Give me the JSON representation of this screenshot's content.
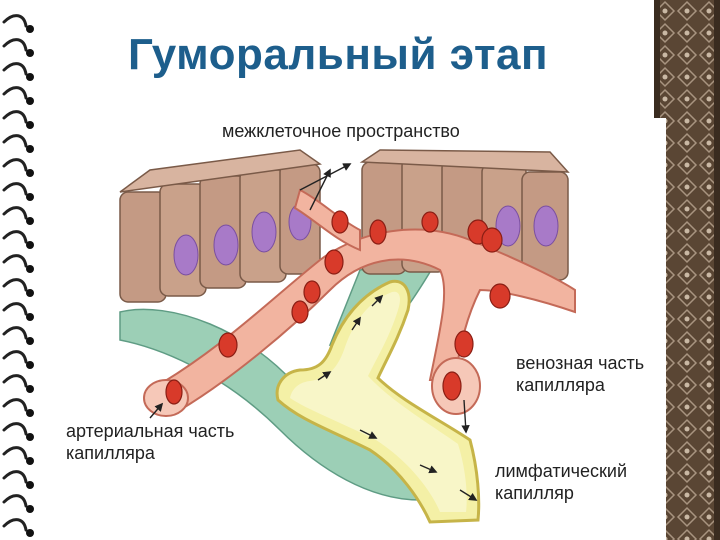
{
  "slide": {
    "title": "Гуморальный этап"
  },
  "diagram": {
    "labels": {
      "intercellular_space": "межклеточное пространство",
      "venous_part": "венозная часть капилляра",
      "arterial_part": "артериальная часть капилляра",
      "lymph_capillary": "лимфатический капилляр"
    }
  },
  "colors": {
    "title": "#1d5e8c",
    "cell_body": "#c49a84",
    "nucleus": "#a87ac8",
    "blood_vessel": "#f2b4a0",
    "red_blood_cell": "#d83a2a",
    "lymph_vessel": "#f4f0a6",
    "tissue_band": "#9ccfb6",
    "frame": "#5a4634"
  }
}
